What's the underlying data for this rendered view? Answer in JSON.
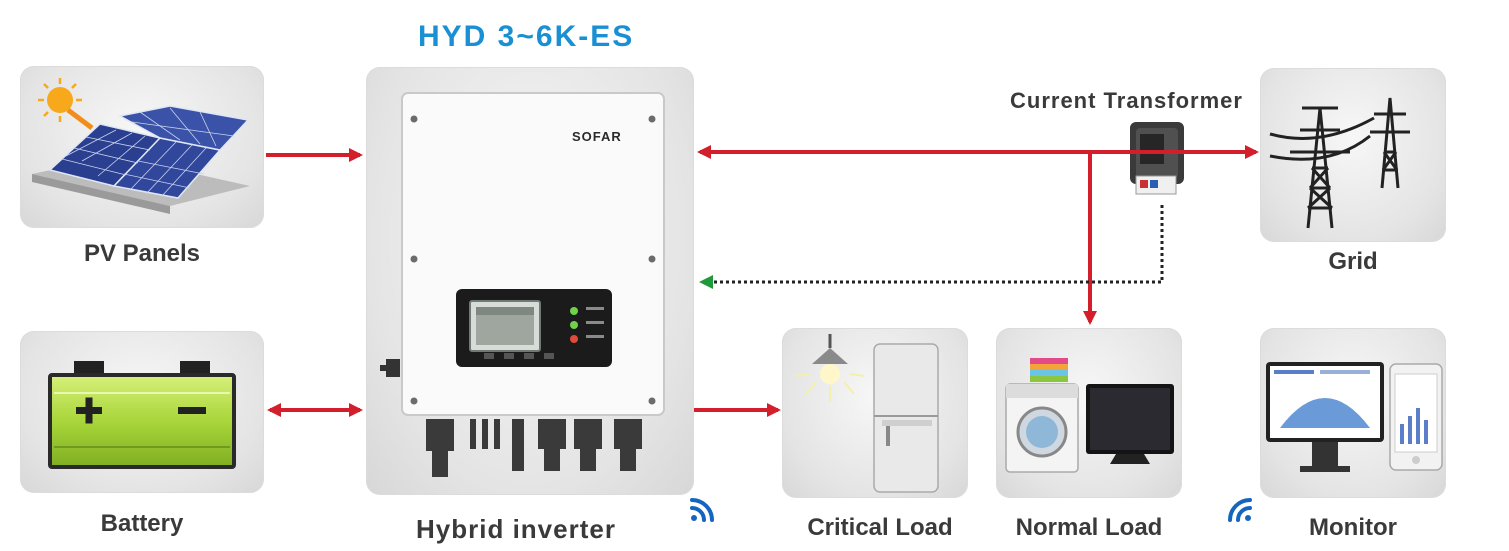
{
  "diagram": {
    "title": "HYD 3~6K-ES",
    "inverter_label": "Hybrid inverter",
    "inverter_brand": "SOFAR",
    "ct_label": "Current Transformer",
    "nodes": {
      "pv": "PV Panels",
      "battery": "Battery",
      "grid": "Grid",
      "critical": "Critical Load",
      "normal": "Normal Load",
      "monitor": "Monitor"
    }
  },
  "colors": {
    "title": "#1a8fd4",
    "power_arrow": "#d21f2b",
    "signal_arrow": "#1f9a3a",
    "wifi": "#1565c0"
  }
}
